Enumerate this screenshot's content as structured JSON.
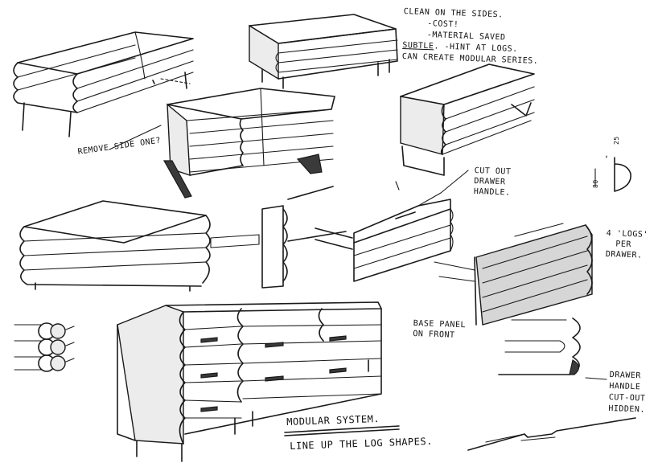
{
  "notes": {
    "top_right": {
      "line1": "CLEAN ON THE SIDES.",
      "line2": "-COST!",
      "line3": "-MATERIAL SAVED",
      "line4_underlined": "SUBTLE",
      "line4_rest": ". -HINT AT LOGS.",
      "line5": "CAN CREATE MODULAR SERIES."
    },
    "remove_side": "REMOVE SIDE ONE?",
    "cut_out": {
      "line1": "CUT OUT",
      "line2": "DRAWER",
      "line3": "HANDLE."
    },
    "dims": {
      "top": "25",
      "side": "80"
    },
    "logs": {
      "line1": "4 'LOGS'",
      "line2": "PER",
      "line3": "DRAWER."
    },
    "base_panel": {
      "line1": "BASE PANEL",
      "line2": "ON FRONT"
    },
    "hidden": {
      "line1": "DRAWER",
      "line2": "HANDLE",
      "line3": "CUT-OUT",
      "line4": "HIDDEN."
    },
    "modular": {
      "title": "MODULAR SYSTEM.",
      "subtitle": "LINE UP THE LOG SHAPES."
    }
  }
}
